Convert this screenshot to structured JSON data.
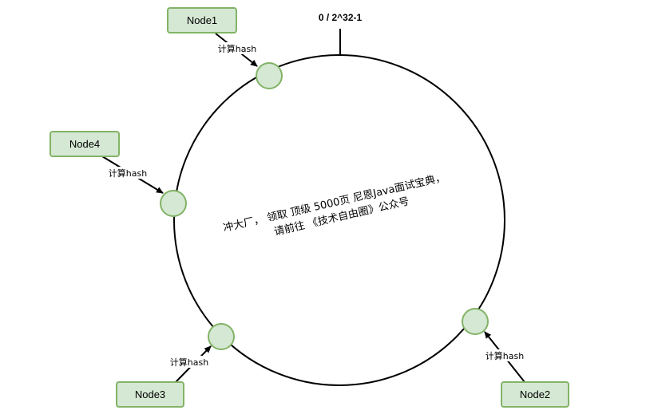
{
  "ring_label": "0 / 2^32-1",
  "hash_label": "计算hash",
  "nodes": [
    {
      "id": "node1",
      "label": "Node1"
    },
    {
      "id": "node2",
      "label": "Node2"
    },
    {
      "id": "node3",
      "label": "Node3"
    },
    {
      "id": "node4",
      "label": "Node4"
    }
  ],
  "center_text": {
    "line1": "冲大厂， 领取 顶级  5000页 尼恩Java面试宝典，",
    "line2": "请前往 《技术自由圈》公众号"
  },
  "colors": {
    "node_fill": "#d5e8d4",
    "node_stroke": "#82b366",
    "line": "#000000"
  }
}
